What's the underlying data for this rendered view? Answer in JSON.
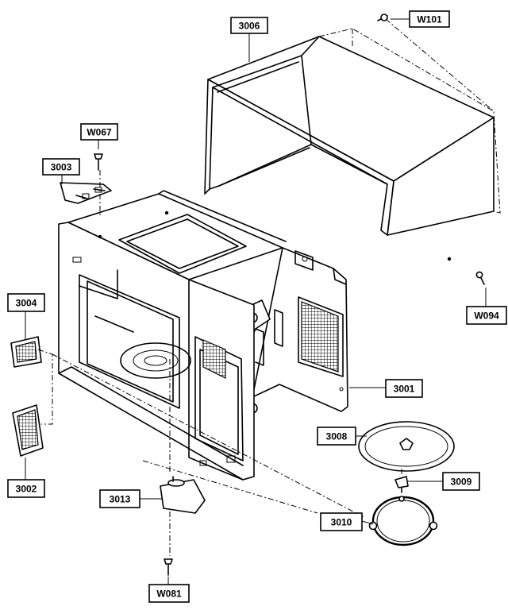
{
  "parts": [
    {
      "id": "W101",
      "label": "W101"
    },
    {
      "id": "3006",
      "label": "3006"
    },
    {
      "id": "W067",
      "label": "W067"
    },
    {
      "id": "3003",
      "label": "3003"
    },
    {
      "id": "3004",
      "label": "3004"
    },
    {
      "id": "W094",
      "label": "W094"
    },
    {
      "id": "3001",
      "label": "3001"
    },
    {
      "id": "3008",
      "label": "3008"
    },
    {
      "id": "3009",
      "label": "3009"
    },
    {
      "id": "3002",
      "label": "3002"
    },
    {
      "id": "3013",
      "label": "3013"
    },
    {
      "id": "3010",
      "label": "3010"
    },
    {
      "id": "W081",
      "label": "W081"
    }
  ]
}
